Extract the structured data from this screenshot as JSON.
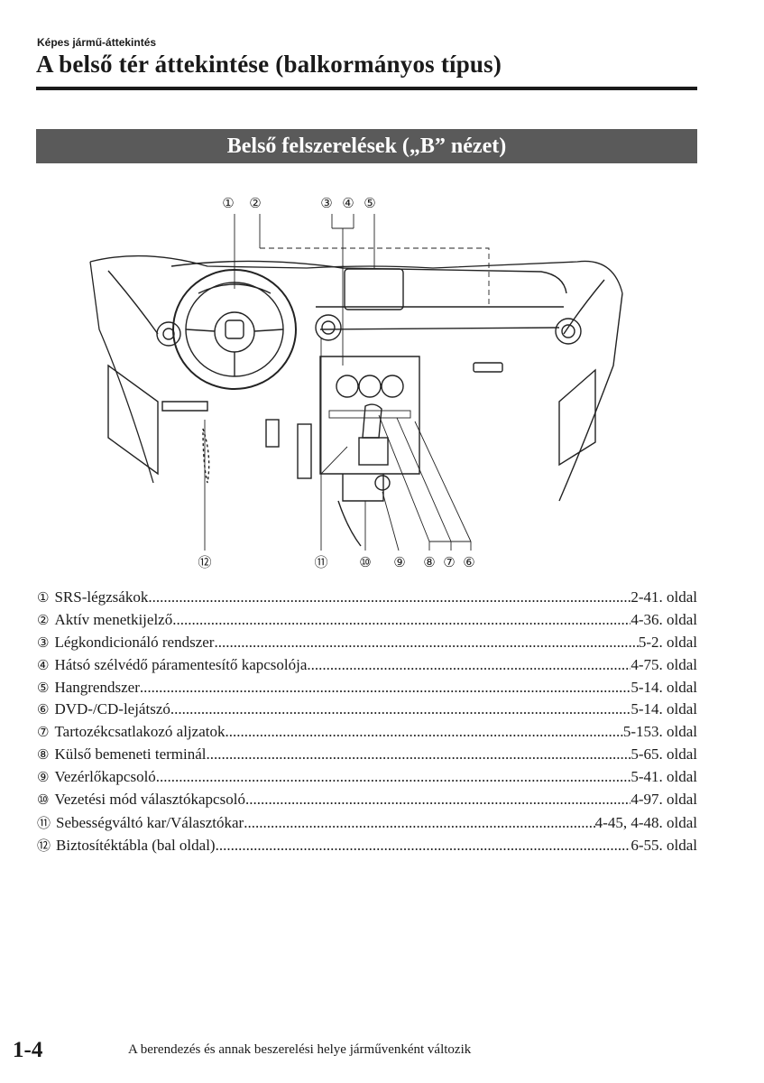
{
  "header": {
    "breadcrumb": "Képes jármű-áttekintés",
    "title": "A belső tér áttekintése (balkormányos típus)"
  },
  "section": {
    "title": "Belső felszerelések („B” nézet)"
  },
  "figure": {
    "top_callouts": [
      "①",
      "②",
      "③",
      "④",
      "⑤"
    ],
    "bottom_callouts": [
      "⑫",
      "⑪",
      "⑩",
      "⑨",
      "⑧",
      "⑦",
      "⑥"
    ]
  },
  "items": [
    {
      "num": "①",
      "label": "SRS-légzsákok",
      "page": "2-41. oldal"
    },
    {
      "num": "②",
      "label": "Aktív menetkijelző",
      "page": "4-36. oldal"
    },
    {
      "num": "③",
      "label": "Légkondicionáló rendszer",
      "page": "5-2. oldal"
    },
    {
      "num": "④",
      "label": "Hátsó szélvédő páramentesítő kapcsolója",
      "page": "4-75. oldal"
    },
    {
      "num": "⑤",
      "label": "Hangrendszer",
      "page": "5-14. oldal"
    },
    {
      "num": "⑥",
      "label": "DVD-/CD-lejátszó",
      "page": "5-14. oldal"
    },
    {
      "num": "⑦",
      "label": "Tartozékcsatlakozó aljzatok",
      "page": "5-153. oldal"
    },
    {
      "num": "⑧",
      "label": "Külső bemeneti terminál",
      "page": "5-65. oldal"
    },
    {
      "num": "⑨",
      "label": "Vezérlőkapcsoló",
      "page": "5-41. oldal"
    },
    {
      "num": "⑩",
      "label": "Vezetési mód választókapcsoló",
      "page": "4-97. oldal"
    },
    {
      "num": "⑪",
      "label": "Sebességváltó kar/Választókar",
      "page": "4-45, 4-48. oldal"
    },
    {
      "num": "⑫",
      "label": "Biztosítéktábla (bal oldal)",
      "page": "6-55. oldal"
    }
  ],
  "footer": {
    "page_number": "1-4",
    "note": "A berendezés és annak beszerelési helye járművenként változik"
  }
}
